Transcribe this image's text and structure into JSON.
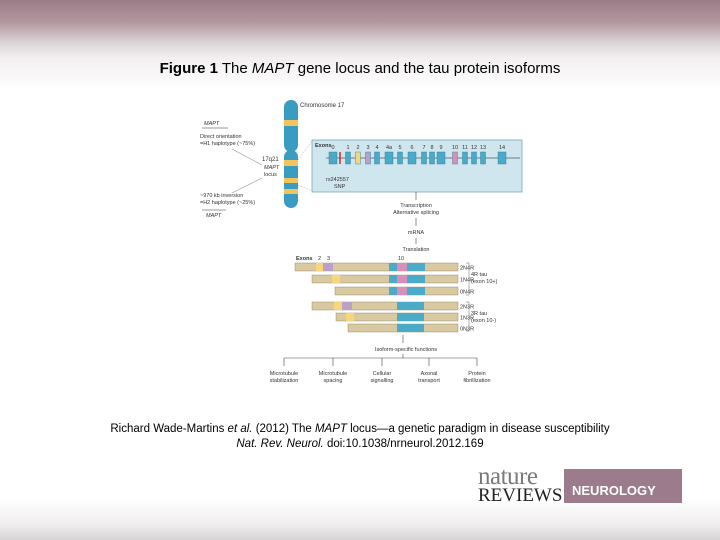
{
  "title": {
    "label": "Figure 1",
    "pre": "The",
    "gene": "MAPT",
    "post": "gene locus and the tau protein isoforms"
  },
  "diagram": {
    "chromosome": "Chromosome 17",
    "mapt": "MAPT",
    "direct_1": "Direct orientation",
    "direct_2": "=H1 haplotype (~75%)",
    "band": "17q21",
    "locus_1": "MAPT",
    "locus_2": "locus",
    "inv_1": "~970 kb inversion",
    "inv_2": "=H2 haplotype (~25%)",
    "exons_label": "Exons",
    "exons": [
      "0",
      "1",
      "2",
      "3",
      "4",
      "4a",
      "5",
      "6",
      "7",
      "8",
      "9",
      "10",
      "11",
      "12",
      "13",
      "14"
    ],
    "snp_1": "rs242557",
    "snp_2": "SNP",
    "transcription": "Transcription",
    "splicing": "Alternative splicing",
    "mrna": "mRNA",
    "translation": "Translation",
    "iso_exons": [
      "2",
      "3",
      "10"
    ],
    "isoforms": [
      "2N4R",
      "1N4R",
      "0N4R",
      "2N3R",
      "1N3R",
      "0N3R"
    ],
    "tau4r_1": "4R tau",
    "tau4r_2": "(exon 10+)",
    "tau3r_1": "3R tau",
    "tau3r_2": "(exon 10-)",
    "functions_title": "Isoform-specific functions",
    "functions": [
      [
        "Microtubule",
        "stabilization"
      ],
      [
        "Microtubule",
        "spacing"
      ],
      [
        "Cellular",
        "signalling"
      ],
      [
        "Axonal",
        "transport"
      ],
      [
        "Protein",
        "fibrillization"
      ]
    ]
  },
  "caption": {
    "authors": "Richard Wade-Martins",
    "etal": "et al.",
    "year": "(2012) The",
    "gene": "MAPT",
    "rest": "locus—a genetic paradigm in disease susceptibility",
    "journal": "Nat. Rev. Neurol.",
    "doi": "doi:10.1038/nrneurol.2012.169"
  },
  "logo": {
    "nature": "nature",
    "reviews": "REVIEWS",
    "neurology": "NEUROLOGY"
  },
  "colors": {
    "chromosome": "#3a9cc0",
    "band": "#f2c45a",
    "exon": "#4aaac8",
    "exon10": "#d890b8",
    "exon2": "#f5d67a",
    "exon3": "#b8a0c8",
    "protein": "#d8c9a0",
    "header": "#9a7c87"
  }
}
